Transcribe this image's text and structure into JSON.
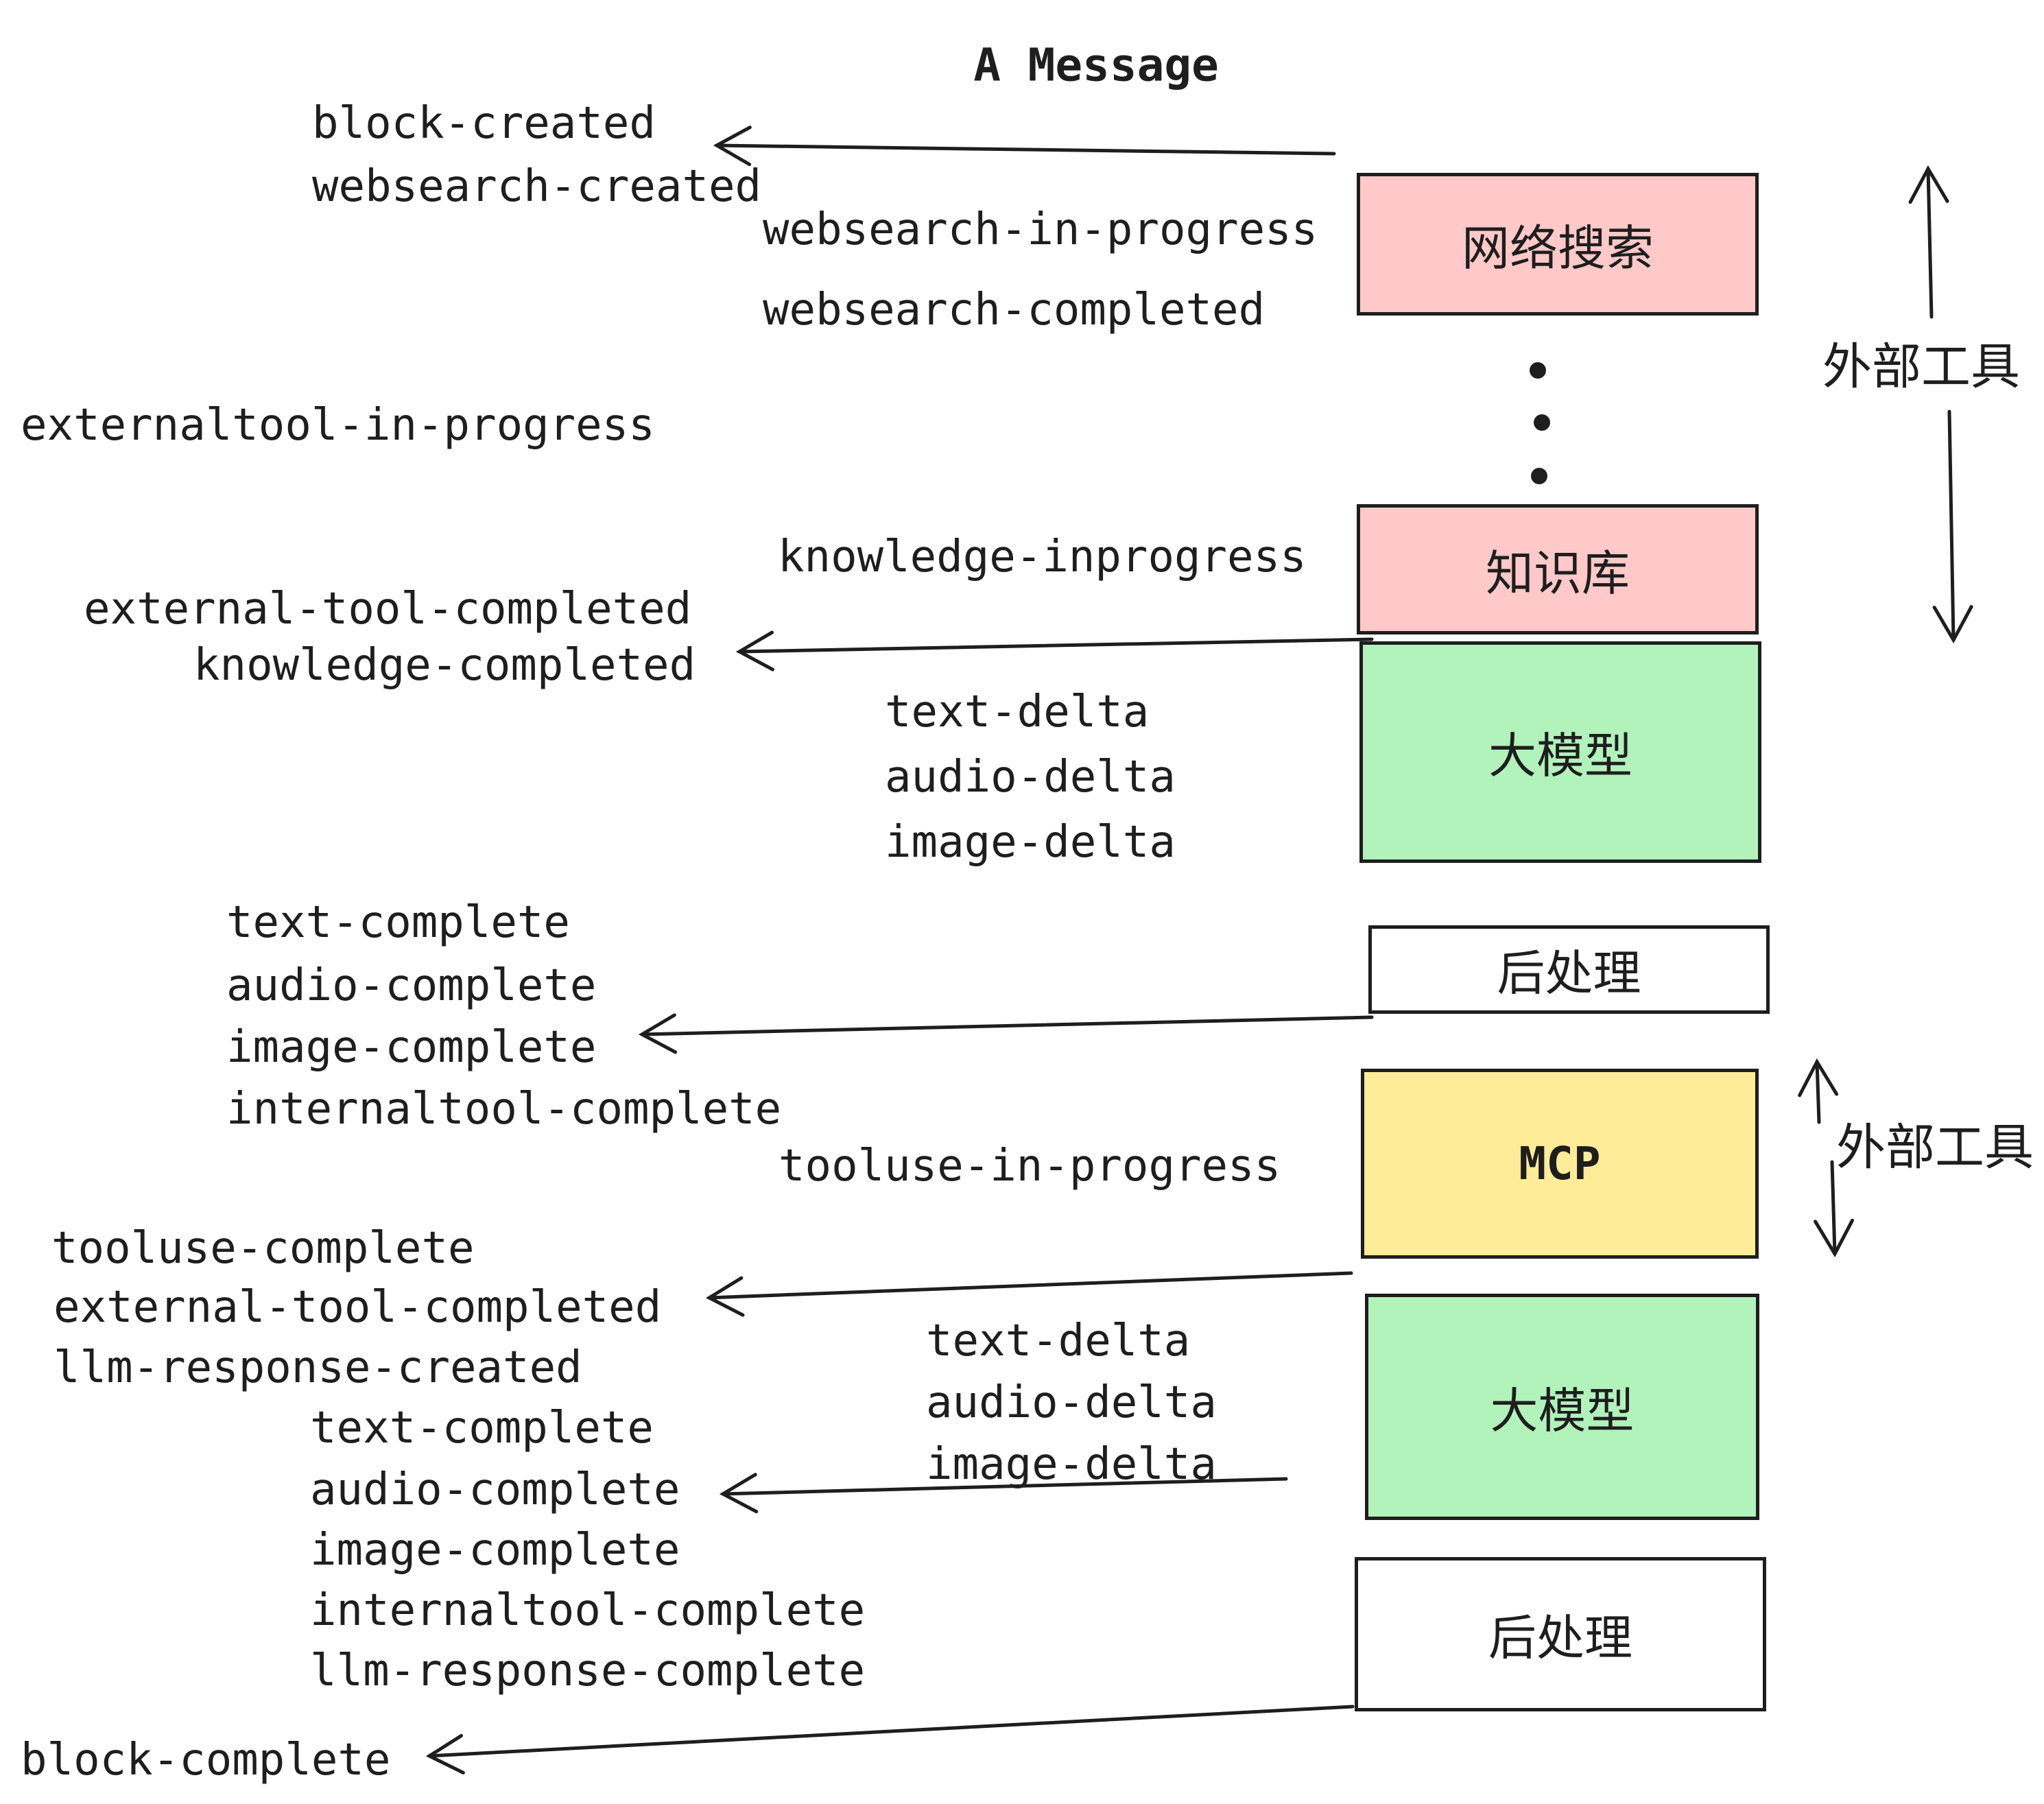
{
  "title": "A Message",
  "colors": {
    "stroke": "#1e1e1e",
    "pink": "#ffc9c9",
    "green": "#b2f2bb",
    "yellow": "#ffec99",
    "white": "#ffffff",
    "background": "#ffffff"
  },
  "boxes": {
    "websearch": {
      "label": "网络搜索"
    },
    "knowledge": {
      "label": "知识库"
    },
    "llm_1": {
      "label": "大模型"
    },
    "post_1": {
      "label": "后处理"
    },
    "mcp": {
      "label": "MCP"
    },
    "llm_2": {
      "label": "大模型"
    },
    "post_2": {
      "label": "后处理"
    }
  },
  "side_labels": {
    "external_tools_top": "外部工具",
    "external_tools_bottom": "外部工具"
  },
  "events": {
    "block_created": "block-created",
    "websearch_created": "websearch-created",
    "websearch_in_progress": "websearch-in-progress",
    "websearch_completed": "websearch-completed",
    "externaltool_in_progress": "externaltool-in-progress",
    "knowledge_inprogress": "knowledge-inprogress",
    "external_tool_completed": "external-tool-completed",
    "knowledge_completed": "knowledge-completed",
    "text_delta": "text-delta",
    "audio_delta": "audio-delta",
    "image_delta": "image-delta",
    "text_complete": "text-complete",
    "audio_complete": "audio-complete",
    "image_complete": "image-complete",
    "internaltool_complete": "internaltool-complete",
    "tooluse_in_progress": "tooluse-in-progress",
    "tooluse_complete": "tooluse-complete",
    "llm_response_created": "llm-response-created",
    "llm_response_complete": "llm-response-complete",
    "block_complete": "block-complete"
  }
}
